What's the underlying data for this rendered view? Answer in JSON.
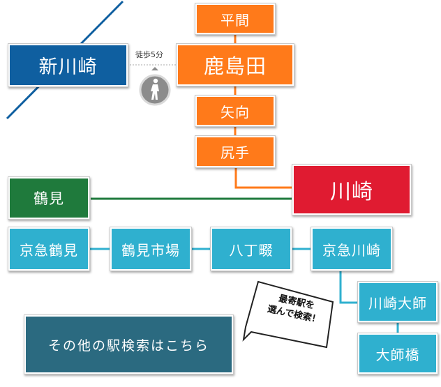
{
  "colors": {
    "orange": "#ff7a1a",
    "blue": "#0f5fa0",
    "green": "#1f7a3c",
    "red": "#e01b31",
    "cyan": "#2fb0cf",
    "navy": "#2b6a80"
  },
  "nambu_line": [
    "平間",
    "鹿島田",
    "矢向",
    "尻手"
  ],
  "transfer": {
    "station": "新川崎",
    "walk_label": "徒歩5分",
    "walk_icon": "pedestrian-icon"
  },
  "tsurumi": "鶴見",
  "kawasaki": "川崎",
  "keikyu_main": [
    "京急鶴見",
    "鶴見市場",
    "八丁畷",
    "京急川崎"
  ],
  "daishi_line": [
    "川崎大師",
    "大師橋"
  ],
  "search_button": "その他の駅検索はこちら",
  "callout": {
    "line1": "最寄駅を",
    "line2": "選んで検索！"
  }
}
